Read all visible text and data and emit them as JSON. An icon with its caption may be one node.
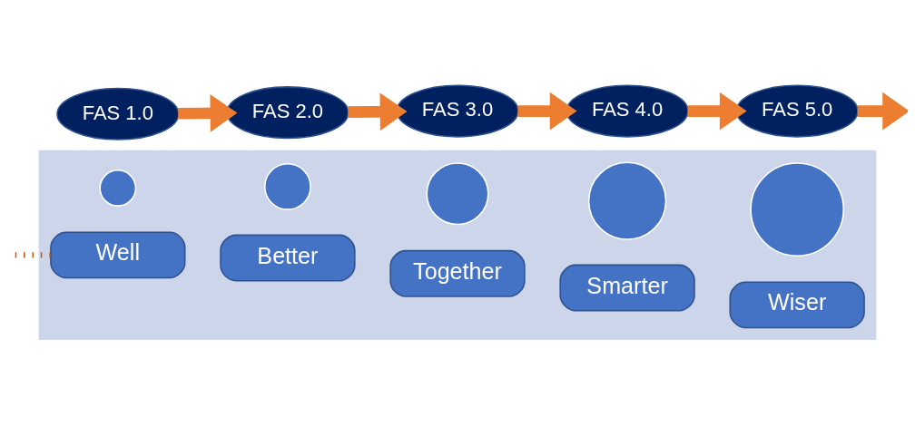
{
  "diagram": {
    "nodes": [
      {
        "text": [],
        "shape": "arrow"
      },
      {
        "text": [],
        "shape": "circle",
        "in": 0
      },
      {
        "text": [
          "Well"
        ],
        "in": 0
      },
      {
        "text": [],
        "shape": "circle",
        "in": 0
      },
      {
        "text": [
          "Better"
        ],
        "in": 0
      },
      {
        "text": [],
        "shape": "circle",
        "in": 0
      },
      {
        "text": [
          "Together"
        ],
        "in": 0
      },
      {
        "text": [],
        "shape": "circle",
        "in": 0
      },
      {
        "text": [
          "Smarter"
        ],
        "in": 0
      },
      {
        "text": [],
        "shape": "circle",
        "in": 0
      },
      {
        "text": [
          "Wiser"
        ],
        "in": 0
      },
      {
        "text": [
          "FAS 1.0"
        ]
      },
      {
        "text": [
          "FAS 2.0"
        ]
      },
      {
        "text": [
          "FAS 3.0"
        ]
      },
      {
        "text": [
          "FAS 4.0"
        ]
      },
      {
        "text": [
          "FAS 5.0"
        ]
      }
    ],
    "edges": [
      {
        "from": null,
        "to": 2,
        "arrow": "none",
        "style": "dashed",
        "color": "#c55a11"
      },
      {
        "from": 11,
        "to": 12,
        "arrow": "to"
      },
      {
        "from": 12,
        "to": 13,
        "arrow": "to"
      },
      {
        "from": 13,
        "to": 14,
        "arrow": "to"
      },
      {
        "from": 14,
        "to": 15,
        "arrow": "to"
      },
      {
        "from": 15,
        "to": null,
        "arrow": "to"
      }
    ]
  }
}
